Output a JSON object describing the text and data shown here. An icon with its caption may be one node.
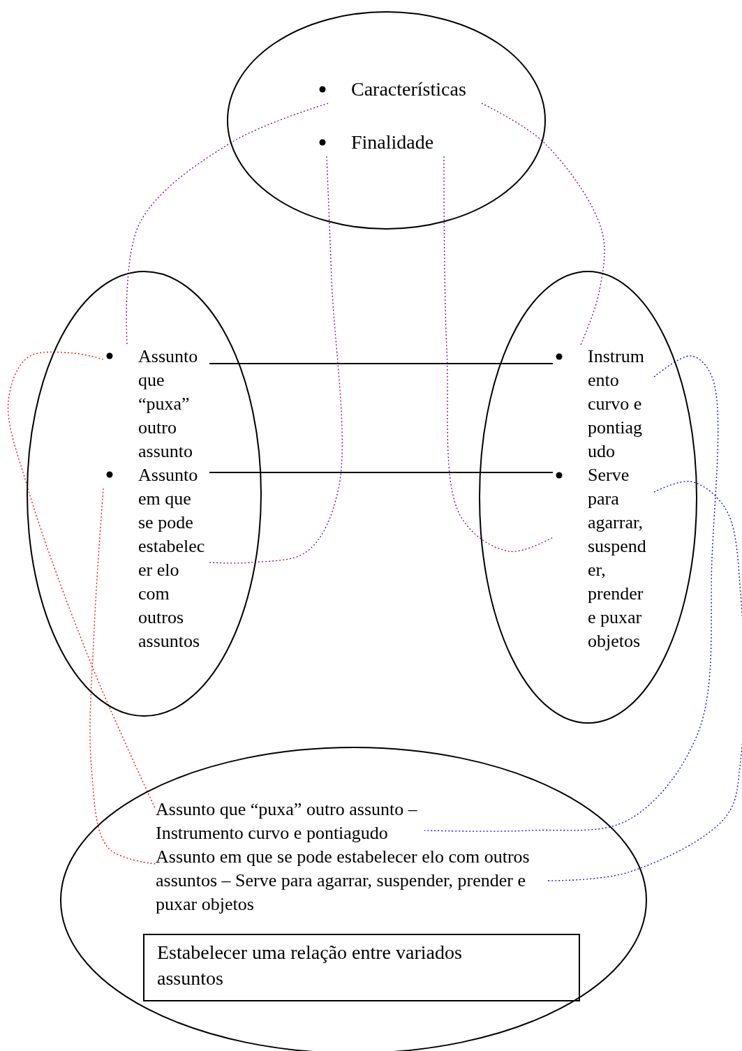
{
  "diagram": {
    "nodes": [
      {
        "text": [],
        "shape": "ellipse"
      },
      {
        "text": [
          "Características"
        ],
        "in": 0
      },
      {
        "text": [
          "Finalidade"
        ],
        "in": 0
      },
      {
        "text": [],
        "shape": "ellipse"
      },
      {
        "text": [
          "Assunto que “puxa” outro assunto"
        ],
        "in": 3
      },
      {
        "text": [
          "Assunto em que se pode estabelecer elo com outros assuntos"
        ],
        "in": 3
      },
      {
        "text": [],
        "shape": "ellipse"
      },
      {
        "text": [
          "Instrumento curvo e pontiagudo"
        ],
        "in": 6
      },
      {
        "text": [
          "Serve para agarrar, suspender, prender e puxar objetos"
        ],
        "in": 6
      },
      {
        "text": [],
        "shape": "ellipse"
      },
      {
        "text": [
          "Assunto que “puxa” outro assunto – Instrumento curvo e pontiagudo"
        ],
        "in": 9
      },
      {
        "text": [
          "Assunto em que se pode estabelecer elo com outros assuntos – Serve para agarrar, suspender, prender e puxar objetos"
        ],
        "in": 9
      },
      {
        "text": [
          "Estabelecer uma relação entre variados assuntos"
        ],
        "in": 9
      }
    ],
    "edges": [
      {
        "from": 1,
        "to": 4,
        "arrow": "none",
        "style": "dashed",
        "color": "#800080"
      },
      {
        "from": 1,
        "to": 7,
        "arrow": "none",
        "style": "dashed",
        "color": "#800080"
      },
      {
        "from": 2,
        "to": 5,
        "arrow": "none",
        "style": "dashed",
        "color": "#800080"
      },
      {
        "from": 2,
        "to": 8,
        "arrow": "none",
        "style": "dashed",
        "color": "#800080"
      },
      {
        "from": 4,
        "to": 7,
        "arrow": "none",
        "color": "#000000"
      },
      {
        "from": 5,
        "to": 8,
        "arrow": "none",
        "color": "#000000"
      },
      {
        "from": 4,
        "to": 10,
        "arrow": "none",
        "style": "dashed",
        "color": "#ff0000"
      },
      {
        "from": 5,
        "to": 11,
        "arrow": "none",
        "style": "dashed",
        "color": "#ff0000"
      },
      {
        "from": 7,
        "to": 10,
        "arrow": "none",
        "style": "dashed",
        "color": "#0000ff"
      },
      {
        "from": 8,
        "to": 11,
        "arrow": "none",
        "style": "dashed",
        "color": "#0000ff"
      }
    ]
  }
}
